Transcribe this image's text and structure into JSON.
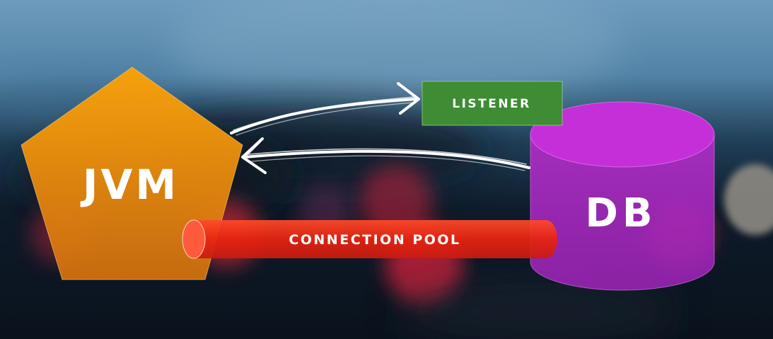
{
  "diagram": {
    "nodes": {
      "jvm": {
        "label": "JVM",
        "color": "#ec8f0a"
      },
      "db": {
        "label": "DB",
        "color": "#c52fd8"
      },
      "listener": {
        "label": "LISTENER",
        "color": "#3e8c33"
      },
      "connection_pool": {
        "label": "CONNECTION POOL",
        "color": "#e8230f"
      }
    },
    "edges": [
      {
        "from": "jvm",
        "to": "listener",
        "style": "hand-drawn white arrow"
      },
      {
        "from": "db",
        "to": "jvm",
        "style": "hand-drawn white arrow"
      },
      {
        "from": "jvm",
        "to": "db",
        "via": "connection_pool"
      }
    ]
  }
}
